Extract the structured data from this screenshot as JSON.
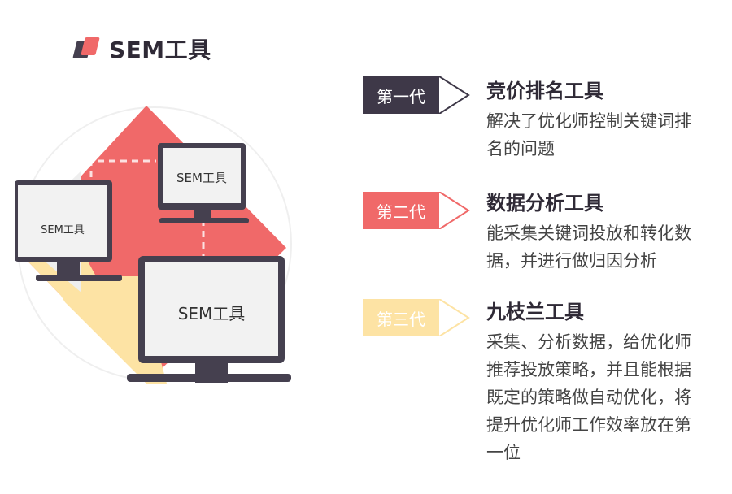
{
  "header": {
    "title": "SEM工具",
    "logo_icon": "logo-icon"
  },
  "illustration": {
    "monitor_labels": {
      "top": "SEM工具",
      "left": "SEM工具",
      "main": "SEM工具"
    },
    "colors": {
      "red": "#f06969",
      "yellow": "#fde3a4",
      "dark": "#45404f",
      "screen": "#f2f2f2"
    }
  },
  "generations": [
    {
      "tag": "第一代",
      "title": "竞价排名工具",
      "desc_lines": [
        "解决了优化师控制关键词排",
        "名的问题"
      ],
      "color": "#3e3848"
    },
    {
      "tag": "第二代",
      "title": "数据分析工具",
      "desc_lines": [
        "能采集关键词投放和转化数",
        "据，并进行做归因分析"
      ],
      "color": "#f06969"
    },
    {
      "tag": "第三代",
      "title": "九枝兰工具",
      "desc_lines": [
        "采集、分析数据，给优化师",
        "推荐投放策略，并且能根据",
        "既定的策略做自动优化，将",
        "提升优化师工作效率放在第",
        "一位"
      ],
      "color": "#fde3a4"
    }
  ]
}
